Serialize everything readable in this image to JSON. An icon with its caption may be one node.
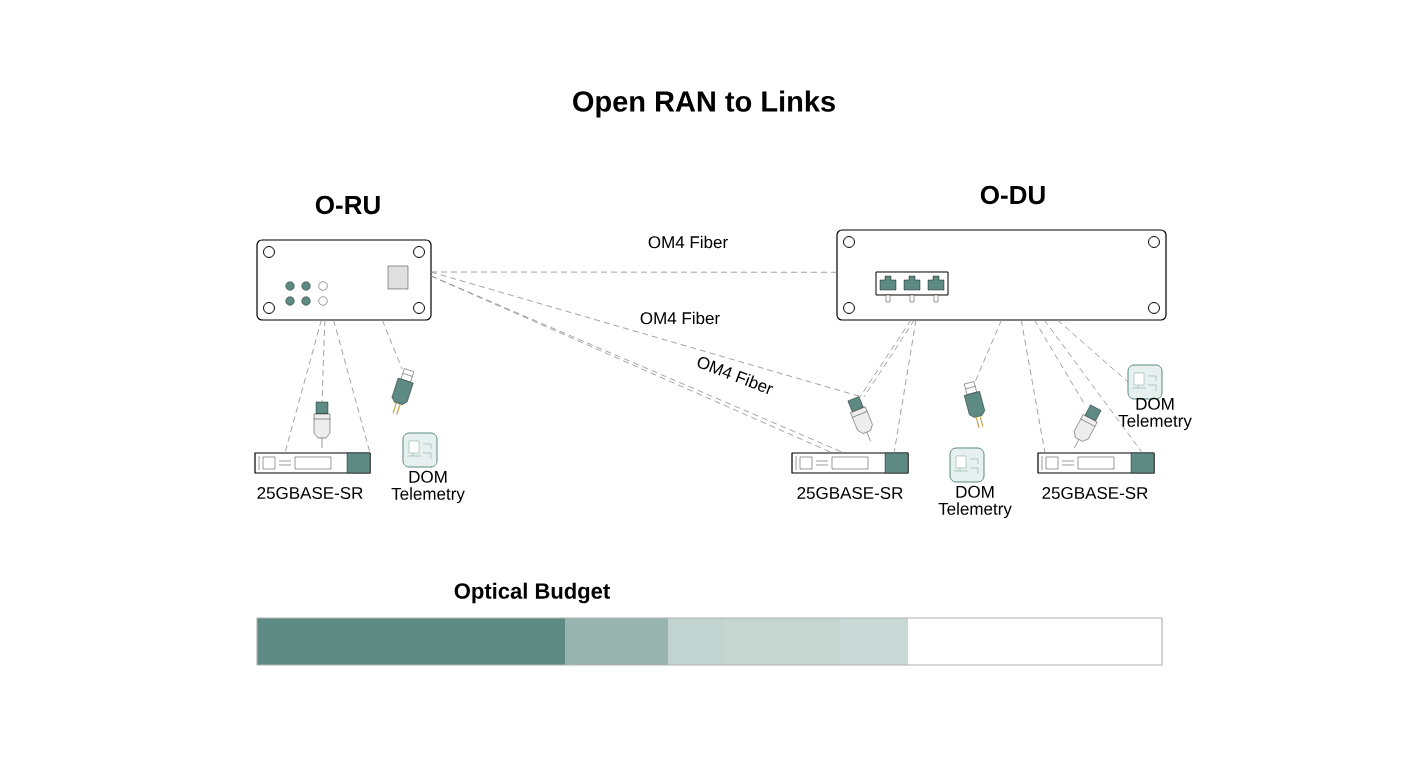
{
  "diagram": {
    "title": "Open RAN to Links",
    "nodes": [
      {
        "text": [
          "O-RU"
        ]
      },
      {
        "text": [
          "O-DU"
        ]
      },
      {
        "text": [
          "25GBASE-SR"
        ]
      },
      {
        "text": [
          "DOM Telemetry"
        ]
      },
      {
        "text": [],
        "shape": "picture"
      },
      {
        "text": [],
        "shape": "picture"
      },
      {
        "text": [
          "25GBASE-SR"
        ]
      },
      {
        "text": [],
        "shape": "picture"
      },
      {
        "text": [
          "DOM Telemetry"
        ]
      },
      {
        "text": [],
        "shape": "picture"
      },
      {
        "text": [
          "25GBASE-SR"
        ]
      },
      {
        "text": [],
        "shape": "picture"
      },
      {
        "text": [
          "DOM Telemetry"
        ]
      },
      {
        "text": [
          "Optical Budget"
        ]
      }
    ],
    "edges": [
      {
        "from": 0,
        "to": 1,
        "arrow": "none",
        "style": "dashed",
        "label": "OM4 Fiber"
      },
      {
        "from": 0,
        "to": 7,
        "arrow": "none",
        "style": "dashed",
        "label": "OM4 Fiber"
      },
      {
        "from": 0,
        "to": 6,
        "arrow": "none",
        "style": "dashed",
        "label": "OM4 Fiber"
      },
      {
        "from": 0,
        "to": 6,
        "arrow": "none",
        "style": "dashed"
      },
      {
        "from": 0,
        "to": 2,
        "arrow": "none",
        "style": "dashed"
      },
      {
        "from": 0,
        "to": 4,
        "arrow": "none",
        "style": "dashed"
      },
      {
        "from": 0,
        "to": 2,
        "arrow": "none",
        "style": "dashed"
      },
      {
        "from": 0,
        "to": 5,
        "arrow": "none",
        "style": "dashed"
      },
      {
        "from": 1,
        "to": 7,
        "arrow": "none",
        "style": "dashed"
      },
      {
        "from": 1,
        "to": 7,
        "arrow": "none",
        "style": "dashed"
      },
      {
        "from": 1,
        "to": 6,
        "arrow": "none",
        "style": "dashed"
      },
      {
        "from": 1,
        "to": 9,
        "arrow": "none",
        "style": "dashed"
      },
      {
        "from": 1,
        "to": 10,
        "arrow": "none",
        "style": "dashed"
      },
      {
        "from": 1,
        "to": 11,
        "arrow": "none",
        "style": "dashed"
      },
      {
        "from": 1,
        "to": 10,
        "arrow": "none",
        "style": "dashed"
      },
      {
        "from": 1,
        "to": 12,
        "arrow": "none",
        "style": "dashed"
      }
    ]
  }
}
